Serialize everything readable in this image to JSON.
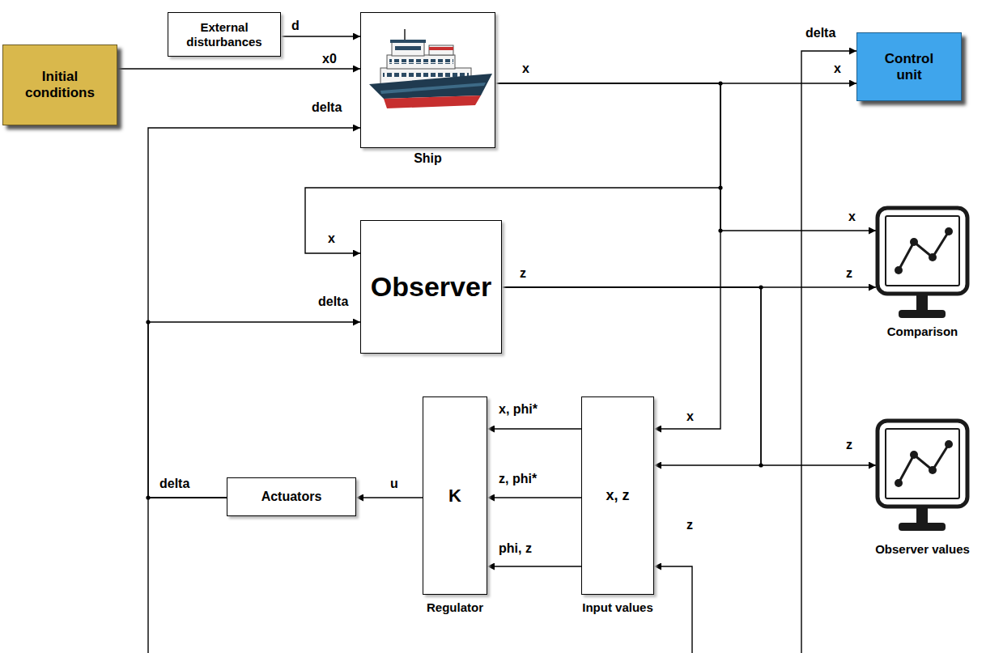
{
  "diagram": {
    "nodes": [
      {
        "text": [
          "External disturbances"
        ]
      },
      {
        "text": [
          "Initial conditions"
        ]
      },
      {
        "text": [
          "Ship"
        ]
      },
      {
        "text": [
          "Control unit"
        ]
      },
      {
        "text": [
          "Observer"
        ]
      },
      {
        "text": [
          "Comparison"
        ]
      },
      {
        "text": [
          "K",
          "Regulator"
        ]
      },
      {
        "text": [
          "x, z",
          "Input values"
        ]
      },
      {
        "text": [
          "Observer values"
        ]
      },
      {
        "text": [
          "Actuators"
        ]
      }
    ],
    "edges": [
      {
        "from": 0,
        "to": 2,
        "arrow": "to",
        "label": "d"
      },
      {
        "from": 1,
        "to": 2,
        "arrow": "to",
        "label": "x0"
      },
      {
        "from": 9,
        "to": 2,
        "arrow": "to",
        "label": "delta"
      },
      {
        "from": 9,
        "to": 4,
        "arrow": "to",
        "label": "delta"
      },
      {
        "from": 9,
        "to": 3,
        "arrow": "to",
        "label": "delta"
      },
      {
        "from": 2,
        "to": 3,
        "arrow": "to",
        "label": "x"
      },
      {
        "from": 2,
        "to": 4,
        "arrow": "to",
        "label": "x"
      },
      {
        "from": 2,
        "to": 5,
        "arrow": "to",
        "label": "x"
      },
      {
        "from": 2,
        "to": 7,
        "arrow": "to",
        "label": "x"
      },
      {
        "from": 4,
        "to": 5,
        "arrow": "to",
        "label": "z"
      },
      {
        "from": 4,
        "to": 7,
        "arrow": "to"
      },
      {
        "from": 4,
        "to": 8,
        "arrow": "to",
        "label": "z"
      },
      {
        "from": 7,
        "to": 6,
        "arrow": "to",
        "label": "x, phi*"
      },
      {
        "from": 7,
        "to": 6,
        "arrow": "to",
        "label": "z, phi*"
      },
      {
        "from": 7,
        "to": 6,
        "arrow": "to",
        "label": "phi, z"
      },
      {
        "from": 6,
        "to": 9,
        "arrow": "to",
        "label": "u"
      }
    ],
    "labels": [
      "x",
      "z",
      "delta",
      "z"
    ]
  }
}
